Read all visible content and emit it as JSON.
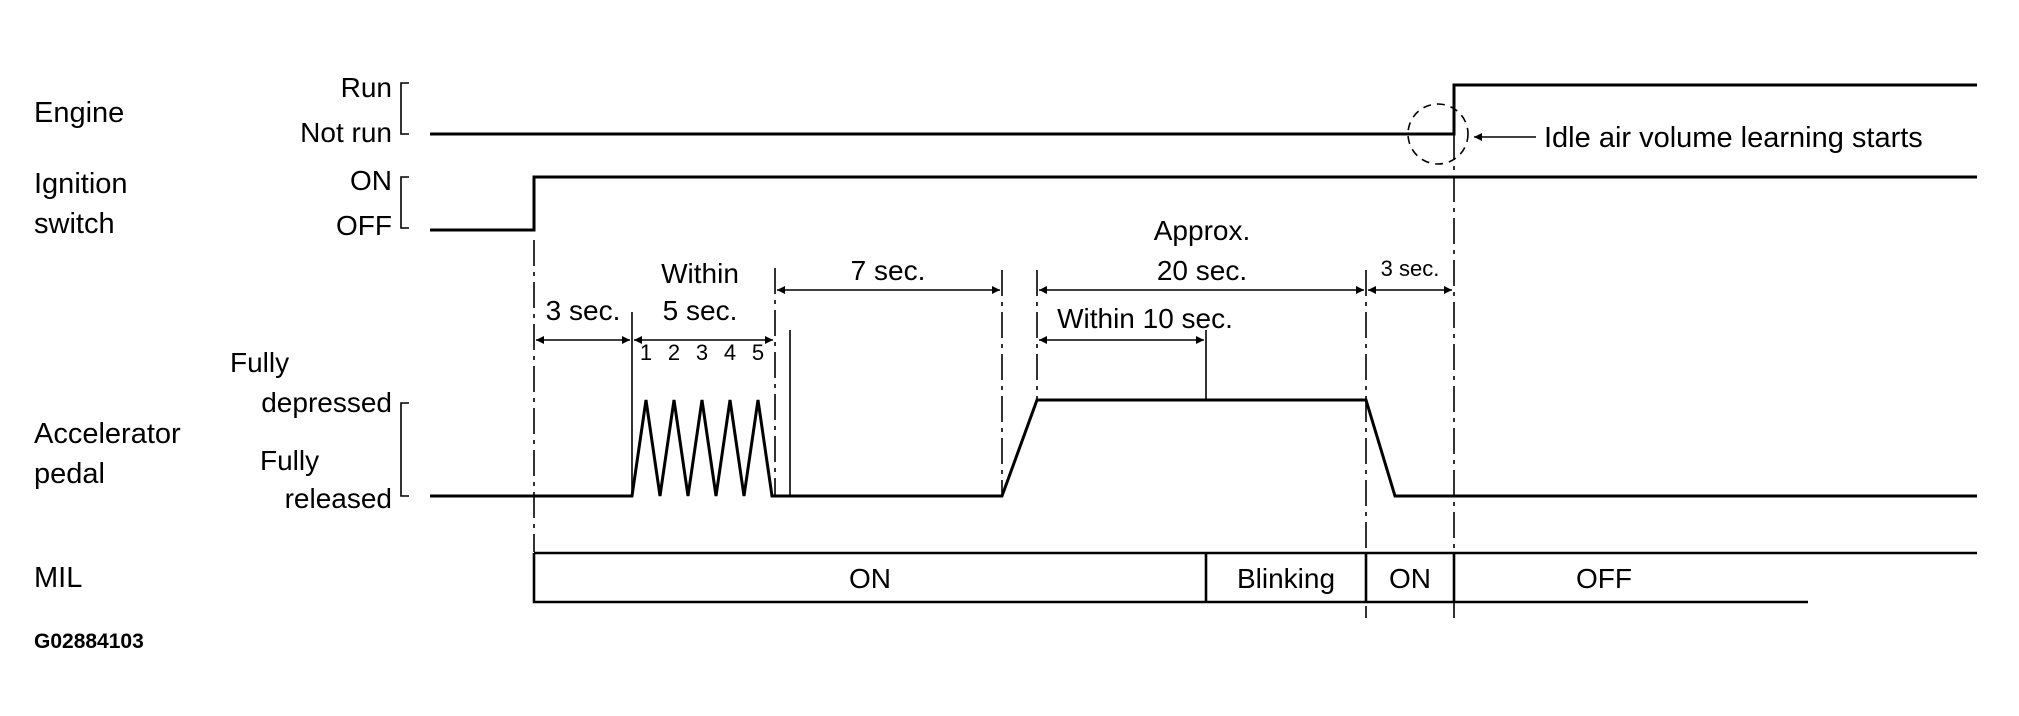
{
  "rows": {
    "engine": {
      "label": "Engine",
      "high": "Run",
      "low": "Not run"
    },
    "ignition": {
      "label_line1": "Ignition",
      "label_line2": "switch",
      "high": "ON",
      "low": "OFF"
    },
    "accelerator": {
      "label_line1": "Accelerator",
      "label_line2": "pedal",
      "high_line1": "Fully",
      "high_line2": "depressed",
      "low_line1": "Fully",
      "low_line2": "released"
    },
    "mil": {
      "label": "MIL"
    }
  },
  "timing": {
    "t1": "3 sec.",
    "t2_line1": "Within",
    "t2_line2": "5 sec.",
    "t3": "7 sec.",
    "t4_line1": "Approx.",
    "t4_line2": "20 sec.",
    "t5": "Within 10 sec.",
    "t6": "3 sec."
  },
  "press_counts": [
    "1",
    "2",
    "3",
    "4",
    "5"
  ],
  "mil_states": [
    "ON",
    "Blinking",
    "ON",
    "OFF"
  ],
  "annotation": "Idle air volume learning starts",
  "figure_id": "G02884103"
}
